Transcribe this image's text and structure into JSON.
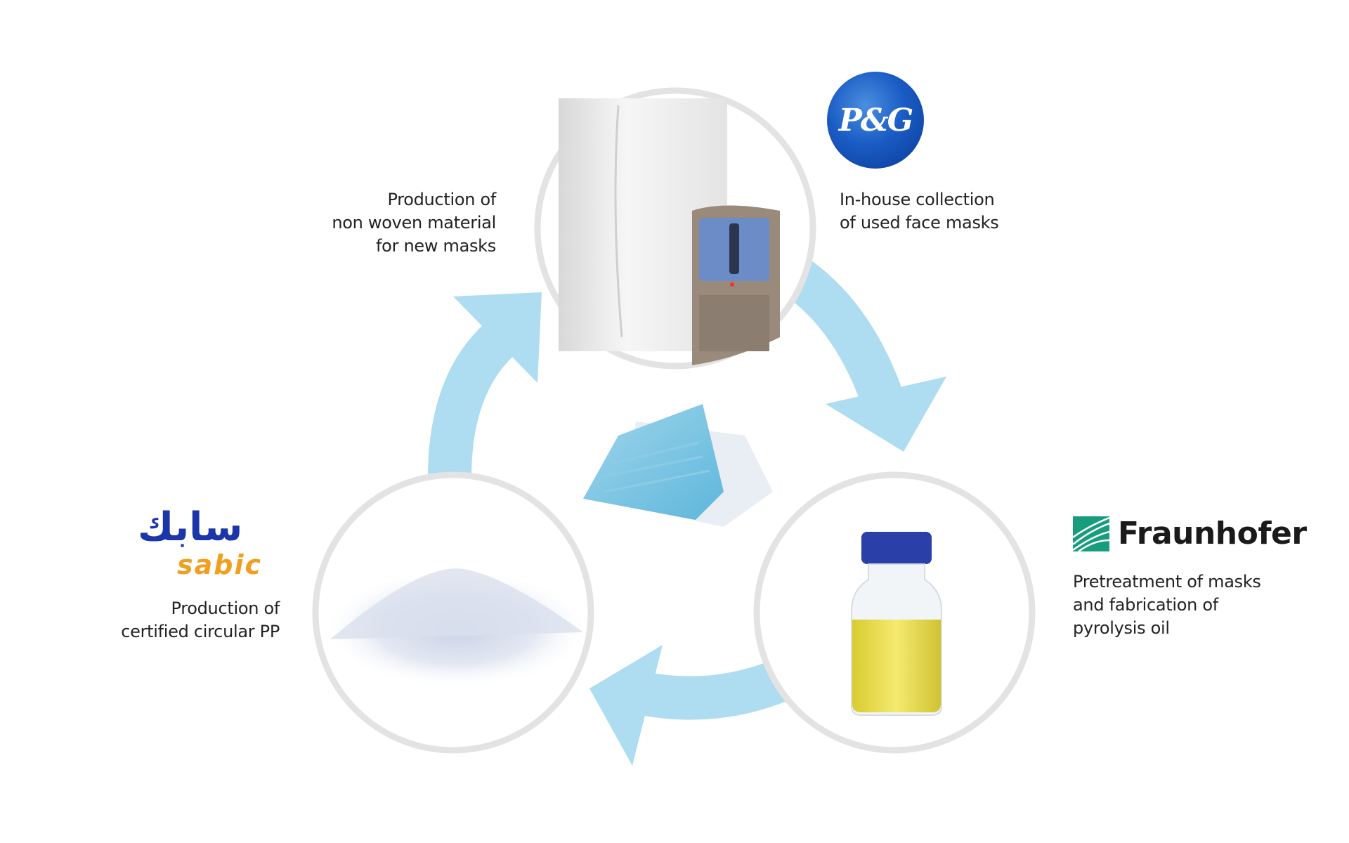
{
  "steps": [
    {
      "lines": [
        "Production of",
        "non woven material",
        "for new masks"
      ]
    },
    {
      "lines": [
        "In-house collection",
        "of used face masks"
      ]
    },
    {
      "lines": [
        "Pretreatment of masks",
        "and fabrication of",
        "pyrolysis oil"
      ]
    },
    {
      "lines": [
        "Production of",
        "certified circular PP"
      ]
    }
  ],
  "logos": {
    "pg": "P&G",
    "sabic_arabic": "سابك",
    "sabic_latin": "sabic",
    "fraunhofer": "Fraunhofer"
  },
  "colors": {
    "arrow": "#aedcf0",
    "circle_border": "#e3e3e3",
    "pg_blue": "#1a5cc4",
    "sabic_blue": "#1a36a8",
    "sabic_orange": "#f0a020",
    "fraunhofer_green": "#179c7d"
  }
}
